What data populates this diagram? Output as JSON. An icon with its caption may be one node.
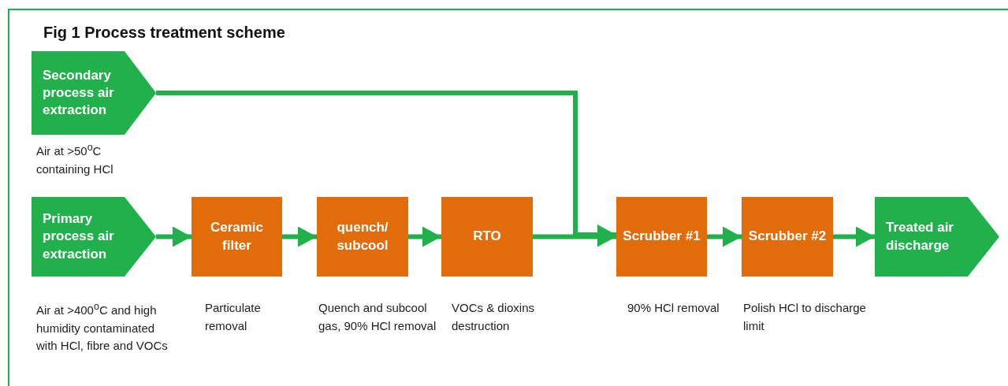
{
  "diagram": {
    "title": "Fig 1 Process treatment scheme",
    "nodes": [
      {
        "text": [
          "Secondary process air extraction"
        ],
        "beside": [
          "Air at >50$^{o}$C containing HCl"
        ]
      },
      {
        "text": [
          "Primary process air extraction"
        ],
        "beside": [
          "Air at >400$^{o}$C and high humidity contaminated with HCl, fibre and VOCs"
        ]
      },
      {
        "text": [
          "Ceramic filter"
        ],
        "beside": [
          "Particulate removal"
        ]
      },
      {
        "text": [
          "quench/ subcool"
        ],
        "beside": [
          "Quench and subcool gas, 90% HCl removal"
        ]
      },
      {
        "text": [
          "RTO"
        ],
        "beside": [
          "VOCs & dioxins destruction"
        ]
      },
      {
        "text": [
          "Scrubber #1"
        ],
        "beside": [
          "90% HCl removal"
        ]
      },
      {
        "text": [
          "Scrubber #2"
        ],
        "beside": [
          "Polish HCl to discharge limit"
        ]
      },
      {
        "text": [
          "Treated air discharge"
        ]
      }
    ],
    "edges": [
      {
        "from": 1,
        "to": 2,
        "arrow": "to"
      },
      {
        "from": 2,
        "to": 3,
        "arrow": "to"
      },
      {
        "from": 3,
        "to": 4,
        "arrow": "to"
      },
      {
        "from": 4,
        "to": 5,
        "arrow": "to"
      },
      {
        "from": 0,
        "to": 5,
        "arrow": "to"
      },
      {
        "from": 5,
        "to": 6,
        "arrow": "to"
      },
      {
        "from": 6,
        "to": 7,
        "arrow": "to"
      }
    ]
  }
}
